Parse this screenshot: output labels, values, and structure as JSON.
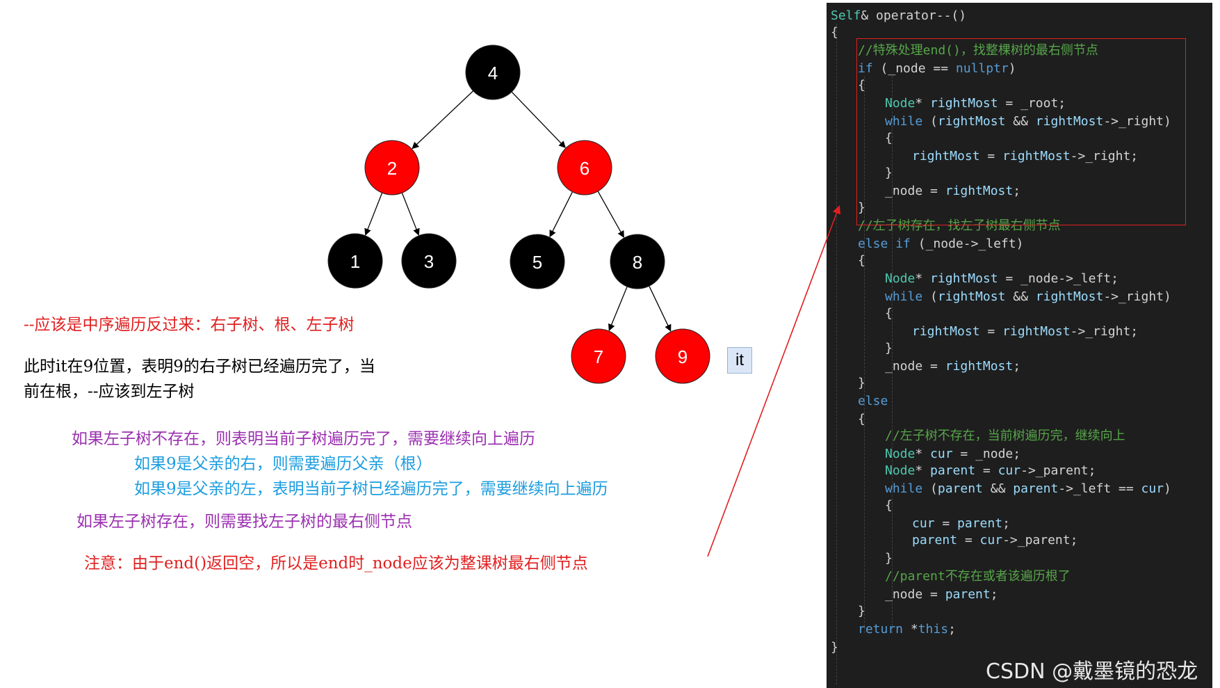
{
  "tree": {
    "nodes": [
      {
        "id": "4",
        "label": "4",
        "color": "black"
      },
      {
        "id": "2",
        "label": "2",
        "color": "red"
      },
      {
        "id": "6",
        "label": "6",
        "color": "red"
      },
      {
        "id": "1",
        "label": "1",
        "color": "black"
      },
      {
        "id": "3",
        "label": "3",
        "color": "black"
      },
      {
        "id": "5",
        "label": "5",
        "color": "black"
      },
      {
        "id": "8",
        "label": "8",
        "color": "black"
      },
      {
        "id": "7",
        "label": "7",
        "color": "red"
      },
      {
        "id": "9",
        "label": "9",
        "color": "red"
      }
    ],
    "edges": [
      [
        "4",
        "2"
      ],
      [
        "4",
        "6"
      ],
      [
        "2",
        "1"
      ],
      [
        "2",
        "3"
      ],
      [
        "6",
        "5"
      ],
      [
        "6",
        "8"
      ],
      [
        "8",
        "7"
      ],
      [
        "8",
        "9"
      ]
    ],
    "iterator_label": "it",
    "colors": {
      "red": "#ff0000",
      "black": "#000000"
    }
  },
  "notes": {
    "reverse_inorder": "--应该是中序遍历反过来：右子树、根、左子树",
    "state_line1": "此时it在9位置，表明9的右子树已经遍历完了，当",
    "state_line2": "前在根，--应该到左子树",
    "left_missing": "如果左子树不存在，则表明当前子树遍历完了，需要继续向上遍历",
    "right_child_case": "如果9是父亲的右，则需要遍历父亲（根）",
    "left_child_case": "如果9是父亲的左，表明当前子树已经遍历完了，需要继续向上遍历",
    "left_exists": "如果左子树存在，则需要找左子树的最右侧节点",
    "caution": "注意：由于end()返回空，所以是end时_node应该为整课树最右侧节点"
  },
  "code": {
    "lines": [
      "Self& operator--()",
      "{",
      "//特殊处理end()，找整棵树的最右侧节点",
      "if (_node == nullptr)",
      "{",
      "Node* rightMost = _root;",
      "while (rightMost && rightMost->_right)",
      "{",
      "rightMost = rightMost->_right;",
      "}",
      "_node = rightMost;",
      "}",
      "//左子树存在，找左子树最右侧节点",
      "else if (_node->_left)",
      "{",
      "Node* rightMost = _node->_left;",
      "while (rightMost && rightMost->_right)",
      "{",
      "rightMost = rightMost->_right;",
      "}",
      "_node = rightMost;",
      "}",
      "else",
      "{",
      "//左子树不存在，当前树遍历完，继续向上",
      "Node* cur = _node;",
      "Node* parent = cur->_parent;",
      "while (parent && parent->_left == cur)",
      "{",
      "cur = parent;",
      "parent = cur->_parent;",
      "}",
      "//parent不存在或者该遍历根了",
      "_node = parent;",
      "}",
      "return *this;",
      "}"
    ]
  },
  "watermark": "CSDN @戴墨镜的恐龙",
  "colors": {
    "red_note": "#e02020",
    "purple_note": "#9b30b0",
    "blue_note": "#1a9de0",
    "code_bg": "#1e1e1e"
  }
}
